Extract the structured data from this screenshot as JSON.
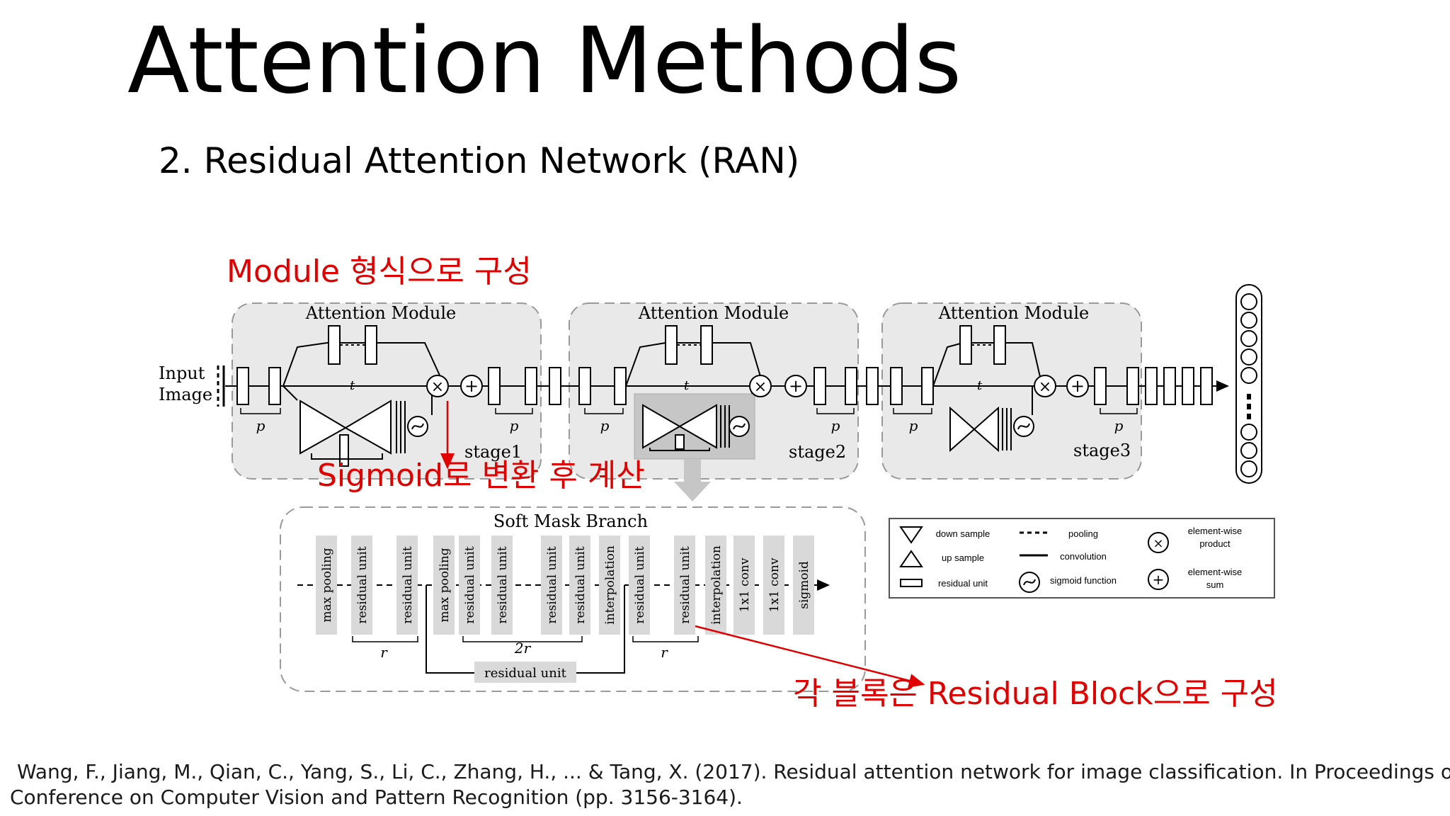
{
  "title": "Attention Methods",
  "subtitle": "2. Residual Attention Network (RAN)",
  "annotations": {
    "module": "Module 형식으로 구성",
    "sigmoid": "Sigmoid로 변환 후 계산",
    "residual_block": "각 블록은 Residual Block으로 구성"
  },
  "diagram": {
    "input_label_1": "Input",
    "input_label_2": "Image",
    "module_title": "Attention Module",
    "stage_labels": [
      "stage1",
      "stage2",
      "stage3"
    ],
    "p_label": "p",
    "t_label": "t",
    "soft_mask": {
      "title": "Soft Mask Branch",
      "blocks": [
        "max pooling",
        "residual unit",
        "residual unit",
        "max pooling",
        "residual unit",
        "residual unit",
        "residual unit",
        "residual unit",
        "interpolation",
        "residual unit",
        "residual unit",
        "interpolation",
        "1x1 conv",
        "1x1 conv",
        "sigmoid"
      ],
      "r_label": "r",
      "two_r_label": "2r",
      "skip_label": "residual unit"
    },
    "legend": {
      "down_sample": "down sample",
      "up_sample": "up sample",
      "residual_unit": "residual unit",
      "pooling": "pooling",
      "convolution": "convolution",
      "sigmoid_function": "sigmoid function",
      "product_1": "element-wise",
      "product_2": "product",
      "sum_1": "element-wise",
      "sum_2": "sum"
    }
  },
  "citation": {
    "line1": "Wang, F., Jiang, M., Qian, C., Yang, S., Li, C., Zhang, H., ... & Tang, X. (2017). Residual attention network for image classification. In Proceedings of the IEEE",
    "line2": "Conference on Computer Vision and Pattern Recognition (pp. 3156-3164)."
  },
  "colors": {
    "annotation": "#e00000",
    "module_fill": "#e9e9e9",
    "block_fill": "#d9d9d9"
  }
}
